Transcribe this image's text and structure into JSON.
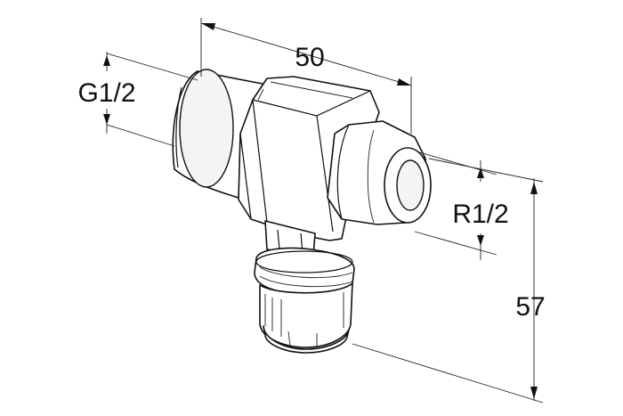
{
  "diagram": {
    "dimensions": {
      "width_label": "50",
      "height_label": "57",
      "inlet_thread_label": "G1/2",
      "outlet_thread_label": "R1/2"
    }
  }
}
